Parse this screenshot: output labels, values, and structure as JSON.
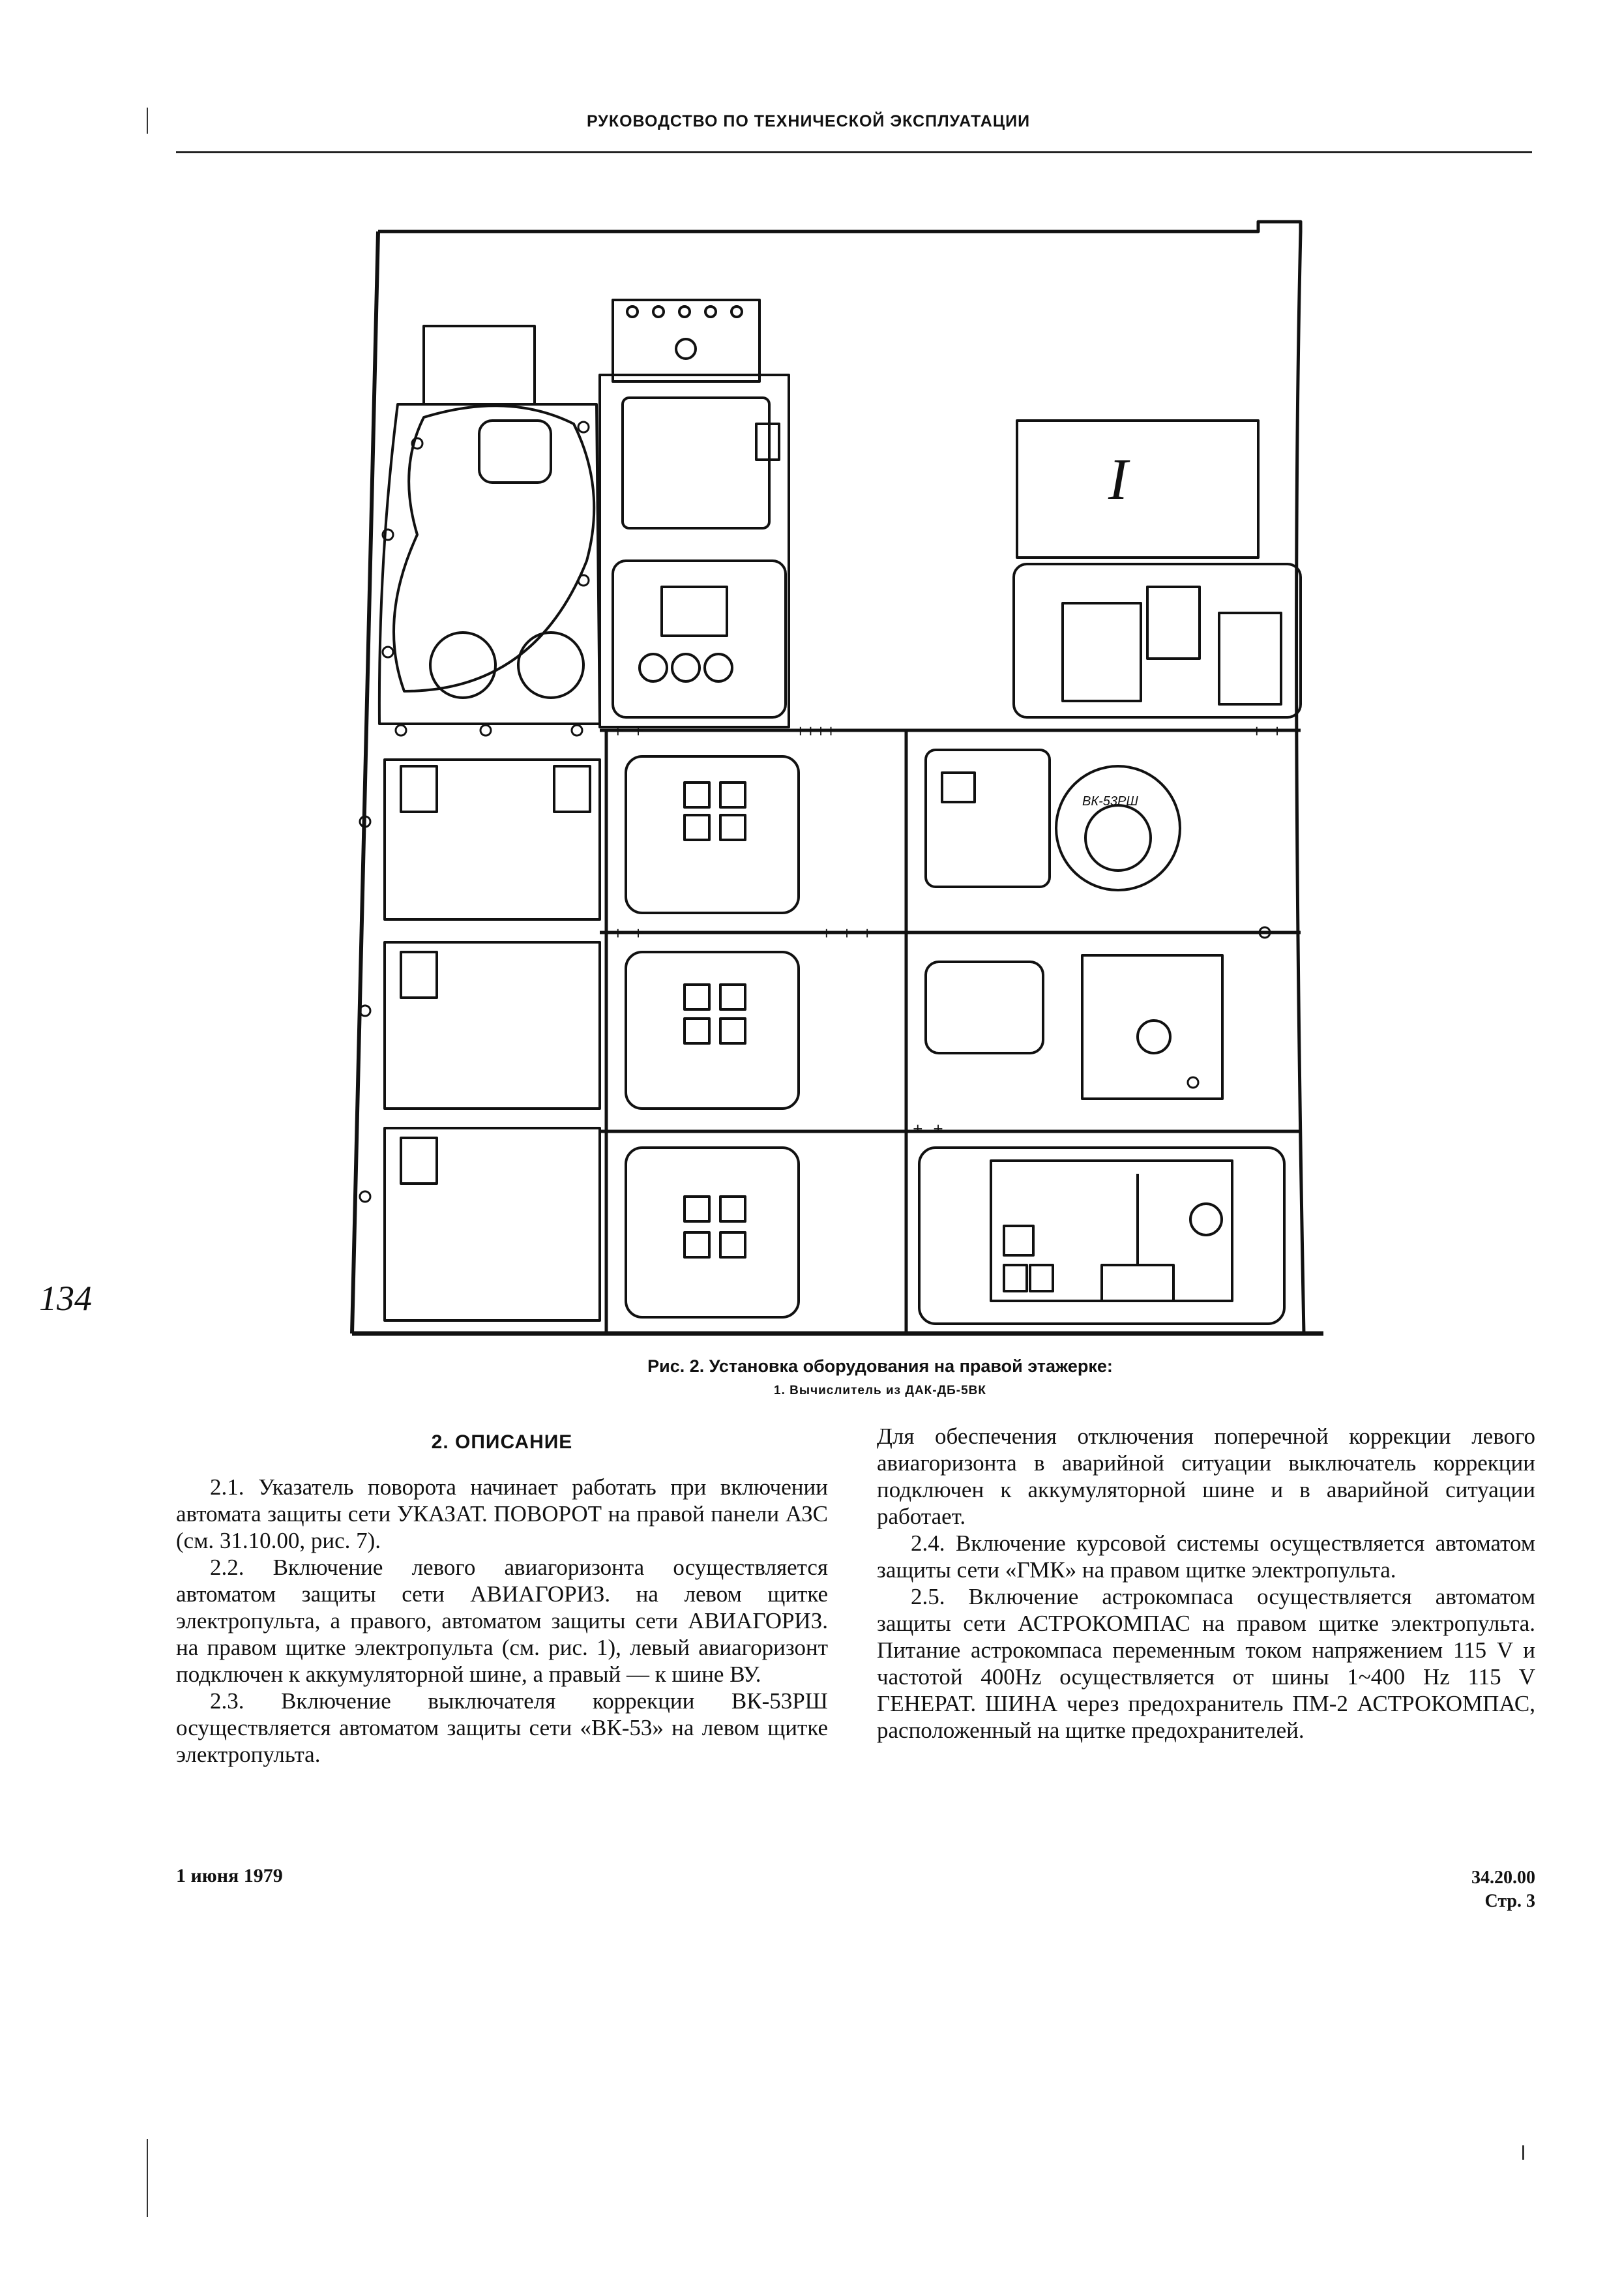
{
  "header": {
    "title": "РУКОВОДСТВО ПО ТЕХНИЧЕСКОЙ ЭКСПЛУАТАЦИИ"
  },
  "figure": {
    "label_unit": "I",
    "instrument_label": "ВК-53РШ",
    "caption": "Рис. 2. Установка оборудования на правой этажерке:",
    "legend": "1. Вычислитель из ДАК-ДБ-5ВК"
  },
  "margin_number": "134",
  "section": {
    "title": "2. ОПИСАНИЕ"
  },
  "left_column": [
    {
      "text": "2.1. Указатель поворота начинает работать при включении автомата защиты сети УКАЗАТ. ПОВОРОТ на правой панели АЗС (см. 31.10.00, рис. 7).",
      "indent": true
    },
    {
      "text": "2.2. Включение левого авиагоризонта осуществляется автоматом защиты сети АВИАГОРИЗ. на левом щитке электропульта, а правого, автоматом защиты сети АВИАГОРИЗ. на правом щитке электропульта (см. рис. 1), левый авиагоризонт подключен к аккумуляторной шине, а правый — к шине ВУ.",
      "indent": true
    },
    {
      "text": "2.3. Включение выключателя коррекции ВК-53РШ осуществляется автоматом защиты сети «ВК-53» на левом щитке электропульта.",
      "indent": true
    }
  ],
  "right_column": [
    {
      "text": "Для обеспечения отключения поперечной коррекции левого авиагоризонта в аварийной ситуации выключатель коррекции подключен к аккумуляторной шине и в аварийной ситуации работает.",
      "indent": false
    },
    {
      "text": "2.4. Включение курсовой системы осуществляется автоматом защиты сети «ГМК» на правом щитке электропульта.",
      "indent": true
    },
    {
      "text": "2.5. Включение астрокомпаса осуществляется автоматом защиты сети АСТРОКОМПАС на правом щитке электропульта. Питание астрокомпаса переменным током напряжением 115 V и частотой 400Hz осуществляется от шины 1~400 Hz 115 V ГЕНЕРАТ. ШИНА через предохранитель ПМ-2 АСТРОКОМПАС, расположенный на щитке предохранителей.",
      "indent": true
    }
  ],
  "footer": {
    "date": "1 июня 1979",
    "doc_number": "34.20.00",
    "page": "Стр. 3"
  }
}
